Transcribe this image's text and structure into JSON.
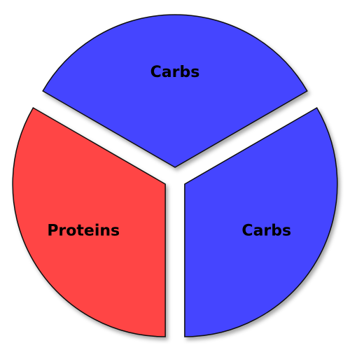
{
  "chart_data": {
    "type": "pie",
    "title": "",
    "categories": [
      "Carbs",
      "Carbs",
      "Proteins"
    ],
    "values": [
      1,
      1,
      1
    ],
    "colors": [
      "#4444ff",
      "#4444ff",
      "#ff4444"
    ],
    "exploded": true,
    "legend": "none"
  }
}
